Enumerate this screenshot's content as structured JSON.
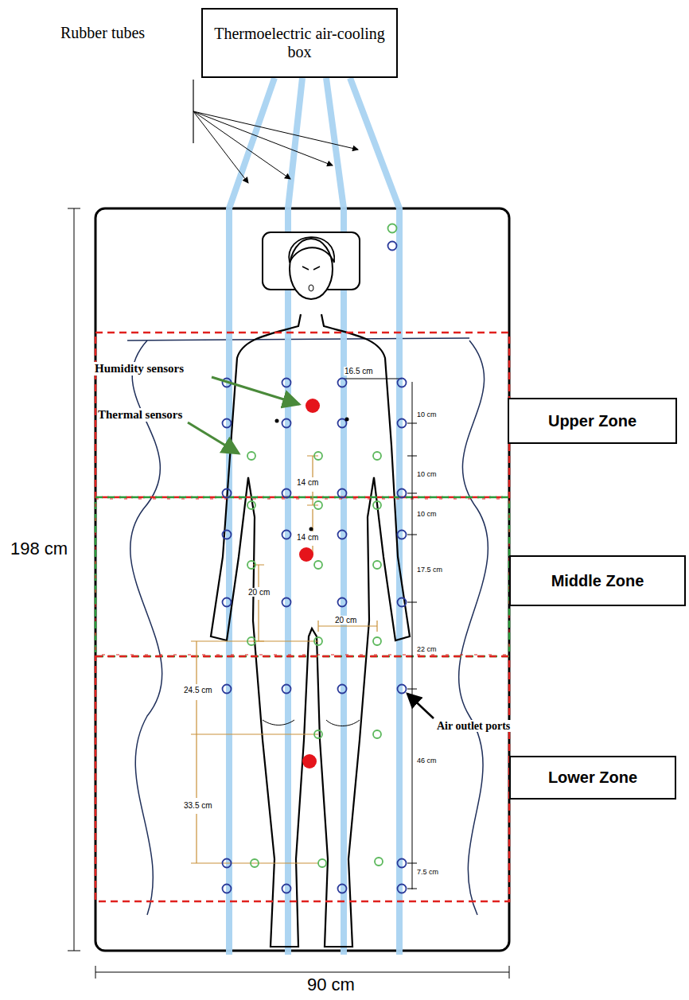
{
  "diagram": {
    "nodes": [
      {
        "text": [
          "Thermoelectric air-cooling box"
        ]
      },
      {
        "text": [
          "Upper Zone"
        ]
      },
      {
        "text": [
          "Middle Zone"
        ]
      },
      {
        "text": [
          "Lower Zone"
        ]
      }
    ],
    "labels": [
      "Rubber tubes",
      "Humidity sensors",
      "Thermal sensors",
      "Air outlet ports",
      "198 cm",
      "90 cm",
      "16.5 cm",
      "10 cm",
      "10 cm",
      "14 cm",
      "10 cm",
      "14 cm",
      "17.5 cm",
      "20 cm",
      "20 cm",
      "22 cm",
      "24.5 cm",
      "46 cm",
      "33.5 cm",
      "7.5 cm"
    ]
  }
}
